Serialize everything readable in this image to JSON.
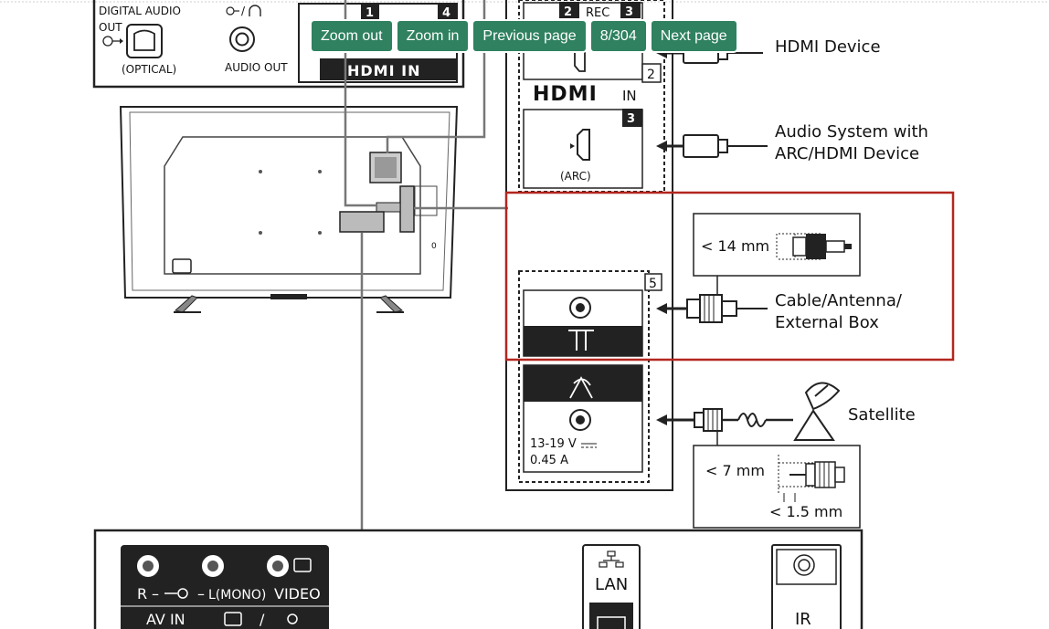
{
  "toolbar": {
    "zoom_out": "Zoom out",
    "zoom_in": "Zoom in",
    "previous_page": "Previous page",
    "page_counter": "8/304",
    "next_page": "Next page"
  },
  "panel_top": {
    "digital_audio": "DIGITAL AUDIO",
    "out": "OUT",
    "optical": "(OPTICAL)",
    "audio_out": "AUDIO OUT",
    "port1": "1",
    "port4": "4",
    "hdmi_in": "HDMI IN"
  },
  "side_panel": {
    "port2": "2",
    "rec": "REC",
    "port3": "3",
    "hdmi": "HDMI",
    "in": "IN",
    "badge2": "2",
    "badge3": "3",
    "arc": "(ARC)",
    "badge5": "5",
    "voltage": "13-19 V",
    "current": "0.45 A"
  },
  "labels": {
    "hdmi_device": "HDMI Device",
    "audio_system_line1": "Audio System with",
    "audio_system_line2": "ARC/HDMI Device",
    "cable_line1": "Cable/Antenna/",
    "cable_line2": "External Box",
    "satellite": "Satellite",
    "lt_14mm": "< 14 mm",
    "lt_7mm": "< 7 mm",
    "lt_15mm": "< 1.5 mm"
  },
  "bottom_panel": {
    "r": "R",
    "l_mono": "L(MONO)",
    "video": "VIDEO",
    "av_in": "AV IN",
    "slash": "/",
    "lan": "LAN",
    "ir": "IR"
  },
  "colors": {
    "toolbar_button": "#2f8160",
    "highlight_box": "#b3261e"
  }
}
